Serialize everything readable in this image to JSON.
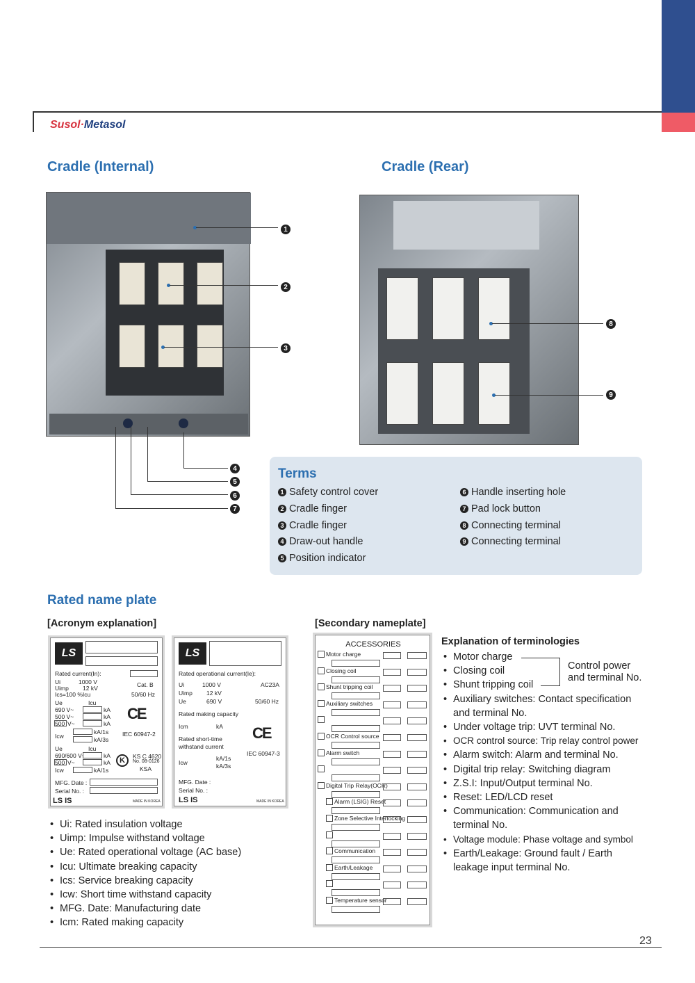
{
  "brand": {
    "susol": "Susol",
    "sep": "·",
    "metasol": "Metasol"
  },
  "colors": {
    "accent_blue": "#2c6fb0",
    "tab_blue": "#2f4f8f",
    "tab_red": "#ef5b66",
    "terms_bg": "#dde6ef"
  },
  "headings": {
    "cradle_internal": "Cradle (Internal)",
    "cradle_rear": "Cradle (Rear)",
    "rated_name_plate": "Rated name plate",
    "acronym": "[Acronym explanation]",
    "secondary": "[Secondary nameplate]",
    "explanation": "Explanation of terminologies"
  },
  "callouts": [
    "1",
    "2",
    "3",
    "4",
    "5",
    "6",
    "7",
    "8",
    "9"
  ],
  "terms": {
    "title": "Terms",
    "left": [
      {
        "n": "1",
        "label": "Safety control cover"
      },
      {
        "n": "2",
        "label": "Cradle finger"
      },
      {
        "n": "3",
        "label": "Cradle finger"
      },
      {
        "n": "4",
        "label": "Draw-out handle"
      },
      {
        "n": "5",
        "label": "Position indicator"
      }
    ],
    "right": [
      {
        "n": "6",
        "label": "Handle inserting hole"
      },
      {
        "n": "7",
        "label": "Pad lock button"
      },
      {
        "n": "8",
        "label": "Connecting terminal"
      },
      {
        "n": "9",
        "label": "Connecting terminal"
      }
    ]
  },
  "plate1": {
    "logo": "LS",
    "rated_current": "Rated current(In):",
    "ui": "Ui",
    "ui_v": "1000 V",
    "cat": "Cat. B",
    "uimp": "Uimp",
    "uimp_v": "12 kV",
    "ics": "Ics=100 %Icu",
    "freq": "50/60 Hz",
    "ue": "Ue",
    "icu": "Icu",
    "v690": "690 V~",
    "v500": "500 V~",
    "v500b": "500",
    "vsuffix": "V~",
    "ka": "kA",
    "icw": "Icw",
    "ka1s": "kA/1s",
    "ka3s": "kA/3s",
    "iec": "IEC 60947-2",
    "ue2": "Ue",
    "icu2": "Icu",
    "v690600": "690/600 V~",
    "ks": "KS C 4620",
    "ksno": "No. 08-0126",
    "ksa": "KSA",
    "icw2": "Icw",
    "ka1s2": "kA/1s",
    "mfg": "MFG. Date :",
    "serial": "Serial No.  :",
    "lsis": "LS IS",
    "made": "MADE IN KOREA",
    "ce": "CE",
    "kmark": "K"
  },
  "plate2": {
    "logo": "LS",
    "rated_op": "Rated operational current(Ie):",
    "ui": "Ui",
    "ui_v": "1000 V",
    "ac": "AC23A",
    "uimp": "Uimp",
    "uimp_v": "12 kV",
    "ue": "Ue",
    "ue_v": "690 V",
    "freq": "50/60 Hz",
    "making": "Rated making capacity",
    "icm": "Icm",
    "ka": "kA",
    "short1": "Rated short-time",
    "short2": "withstand current",
    "icw": "Icw",
    "ka1s": "kA/1s",
    "ka3s": "kA/3s",
    "iec": "IEC 60947-3",
    "mfg": "MFG. Date :",
    "serial": "Serial No.  :",
    "lsis": "LS IS",
    "made": "MADE IN KOREA",
    "ce": "CE"
  },
  "secondary": {
    "title": "ACCESSORIES",
    "rows": [
      "Motor charge",
      "Closing coil",
      "Shunt tripping coil",
      "Auxiliary switches",
      "",
      "OCR Control source",
      "Alarm switch",
      "",
      "Digital Trip Relay(OCR)",
      "Alarm (LSIG) Reset",
      "Zone Selective Interlocking",
      "",
      "Communication",
      "Earth/Leakage",
      "",
      "Temperature sensor"
    ]
  },
  "acronyms": [
    "Ui: Rated insulation voltage",
    "Uimp: Impulse withstand voltage",
    "Ue: Rated operational voltage (AC base)",
    "Icu: Ultimate breaking capacity",
    "Ics: Service breaking capacity",
    "Icw: Short time withstand capacity",
    "MFG. Date: Manufacturing date",
    "Icm: Rated making capacity"
  ],
  "explanation": {
    "items": [
      "Motor charge",
      "Closing coil",
      "Shunt tripping coil",
      "Auxiliary switches: Contact specification",
      "Under voltage trip: UVT terminal No.",
      "OCR control source: Trip relay control power",
      "Alarm switch: Alarm and terminal No.",
      "Digital trip relay: Switching diagram",
      "Z.S.I: Input/Output terminal No.",
      "Reset: LED/LCD reset",
      "Communication: Communication and",
      "Voltage module: Phase voltage and symbol",
      "Earth/Leakage: Ground fault / Earth"
    ],
    "cont_aux": "and terminal No.",
    "cont_comm": "terminal No.",
    "cont_earth": "leakage input terminal No.",
    "bracket_1": "Control power",
    "bracket_2": "and terminal No."
  },
  "page_number": "23"
}
